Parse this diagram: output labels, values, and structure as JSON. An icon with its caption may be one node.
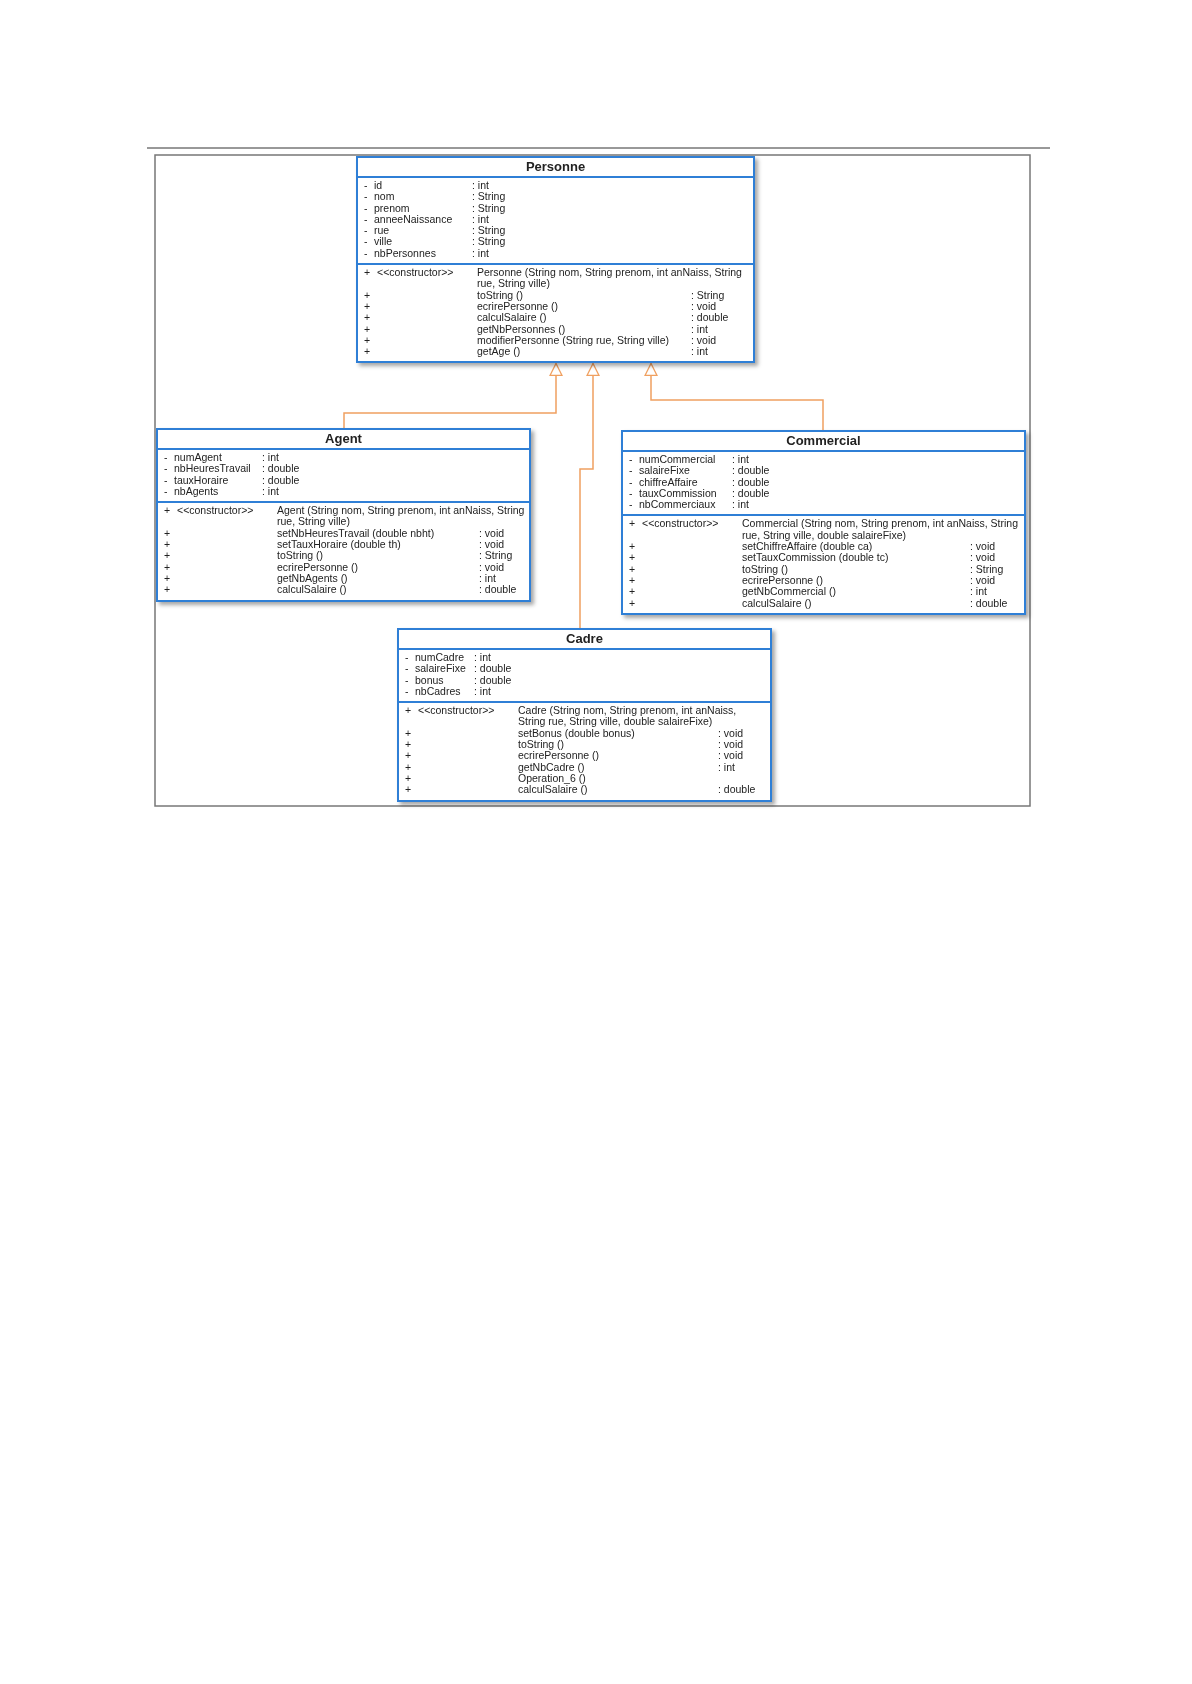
{
  "diagram": {
    "nodes": [
      {
        "text": [
          "Personne"
        ]
      },
      {
        "text": [
          "-",
          "id",
          ": int",
          "-",
          "nom",
          ": String",
          "-",
          "prenom",
          ": String",
          "-",
          "anneeNaissance",
          ": int",
          "-",
          "rue",
          ": String",
          "-",
          "ville",
          ": String",
          "-",
          "nbPersonnes",
          ": int"
        ],
        "in": 0
      },
      {
        "text": [
          "+",
          "<<constructor>>",
          "Personne (String nom, String prenom, int anNaiss, String rue, String ville)",
          "+",
          "toString ()",
          ": String",
          "+",
          "ecrirePersonne ()",
          ": void",
          "+",
          "calculSalaire ()",
          ": double",
          "+",
          "getNbPersonnes ()",
          ": int",
          "+",
          "modifierPersonne (String rue, String ville)",
          ": void",
          "+",
          "getAge ()",
          ": int"
        ],
        "in": 0
      },
      {
        "text": [
          "Agent"
        ]
      },
      {
        "text": [
          "-",
          "numAgent",
          ": int",
          "-",
          "nbHeuresTravail",
          ": double",
          "-",
          "tauxHoraire",
          ": double",
          "-",
          "nbAgents",
          ": int"
        ],
        "in": 3
      },
      {
        "text": [
          "+",
          "<<constructor>>",
          "Agent (String nom, String prenom, int anNaiss, String rue, String ville)",
          "+",
          "setNbHeuresTravail (double nbht)",
          ": void",
          "+",
          "setTauxHoraire (double th)",
          ": void",
          "+",
          "toString ()",
          ": String",
          "+",
          "ecrirePersonne ()",
          ": void",
          "+",
          "getNbAgents ()",
          ": int",
          "+",
          "calculSalaire ()",
          ": double"
        ],
        "in": 3
      },
      {
        "text": [
          "Commercial"
        ]
      },
      {
        "text": [
          "-",
          "numCommercial",
          ": int",
          "-",
          "salaireFixe",
          ": double",
          "-",
          "chiffreAffaire",
          ": double",
          "-",
          "tauxCommission",
          ": double",
          "-",
          "nbCommerciaux",
          ": int"
        ],
        "in": 6
      },
      {
        "text": [
          "+",
          "<<constructor>>",
          "Commercial (String nom, String prenom, int anNaiss, String rue, String ville, double salaireFixe)",
          "+",
          "setChiffreAffaire (double ca)",
          ": void",
          "+",
          "setTauxCommission (double tc)",
          ": void",
          "+",
          "toString ()",
          ": String",
          "+",
          "ecrirePersonne ()",
          ": void",
          "+",
          "getNbCommercial ()",
          ": int",
          "+",
          "calculSalaire ()",
          ": double"
        ],
        "in": 6
      },
      {
        "text": [
          "Cadre"
        ]
      },
      {
        "text": [
          "-",
          "numCadre",
          ": int",
          "-",
          "salaireFixe",
          ": double",
          "-",
          "bonus",
          ": double",
          "-",
          "nbCadres",
          ": int"
        ],
        "in": 9
      },
      {
        "text": [
          "+",
          "<<constructor>>",
          "Cadre (String nom, String prenom, int anNaiss, String rue, String ville, double salaireFixe)",
          "+",
          "setBonus (double bonus)",
          ": void",
          "+",
          "toString ()",
          ": void",
          "+",
          "ecrirePersonne ()",
          ": void",
          "+",
          "getNbCadre ()",
          ": int",
          "+",
          "Operation_6 ()",
          "+",
          "calculSalaire ()",
          ": double"
        ],
        "in": 9
      }
    ],
    "edges": [
      {
        "from": 3,
        "to": 0,
        "arrow": "to"
      },
      {
        "from": 9,
        "to": 0,
        "arrow": "to"
      },
      {
        "from": 6,
        "to": 0,
        "arrow": "to"
      }
    ]
  }
}
